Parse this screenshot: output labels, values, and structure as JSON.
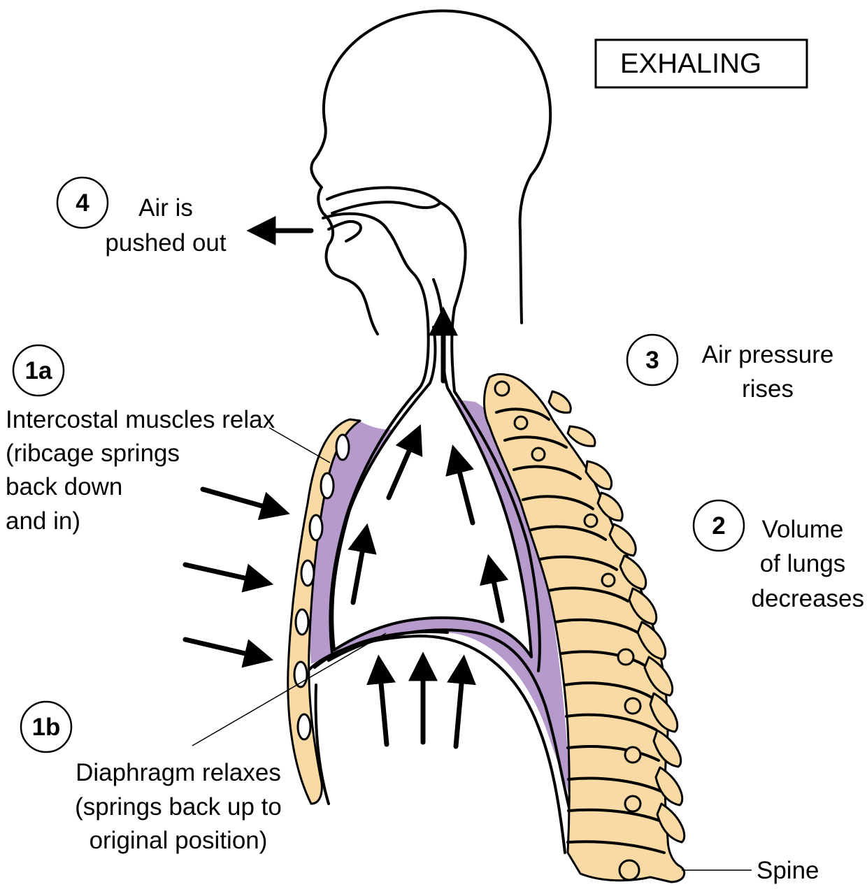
{
  "title": "EXHALING",
  "steps": {
    "s4": {
      "number": "4",
      "line1": "Air is",
      "line2": "pushed out"
    },
    "s3": {
      "number": "3",
      "line1": "Air pressure",
      "line2": "rises"
    },
    "s2": {
      "number": "2",
      "line1": "Volume",
      "line2": "of lungs",
      "line3": "decreases"
    },
    "s1a": {
      "number": "1a",
      "line1": "Intercostal muscles relax",
      "line2": "(ribcage springs",
      "line3": "back down",
      "line4": "and in)"
    },
    "s1b": {
      "number": "1b",
      "line1": "Diaphragm relaxes",
      "line2": "(springs back up to",
      "line3": "original position)"
    }
  },
  "spine_label": "Spine",
  "colors": {
    "bone": "#f9d9a4",
    "pleura": "#b59acb",
    "outline": "#000000",
    "background": "#ffffff"
  }
}
